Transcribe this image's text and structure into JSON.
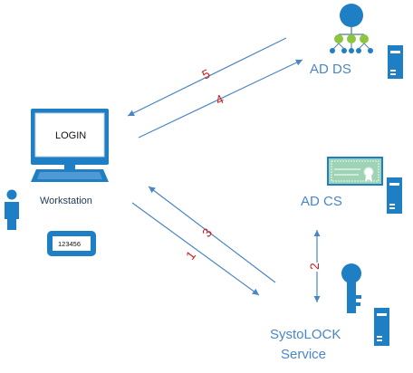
{
  "nodes": {
    "workstation": {
      "label": "Workstation",
      "screen_text": "LOGIN",
      "token_code": "123456"
    },
    "ad_ds": {
      "label": "AD DS"
    },
    "ad_cs": {
      "label": "AD CS"
    },
    "systolock": {
      "label_line1": "SystoLOCK",
      "label_line2": "Service"
    }
  },
  "steps": [
    "1",
    "2",
    "3",
    "4",
    "5"
  ],
  "colors": {
    "primary": "#1f7fc4",
    "arrow": "#4a86c5",
    "step_number": "#cc1f1f",
    "node_green": "#8cc63f",
    "cert_green": "#9fd3b5"
  }
}
